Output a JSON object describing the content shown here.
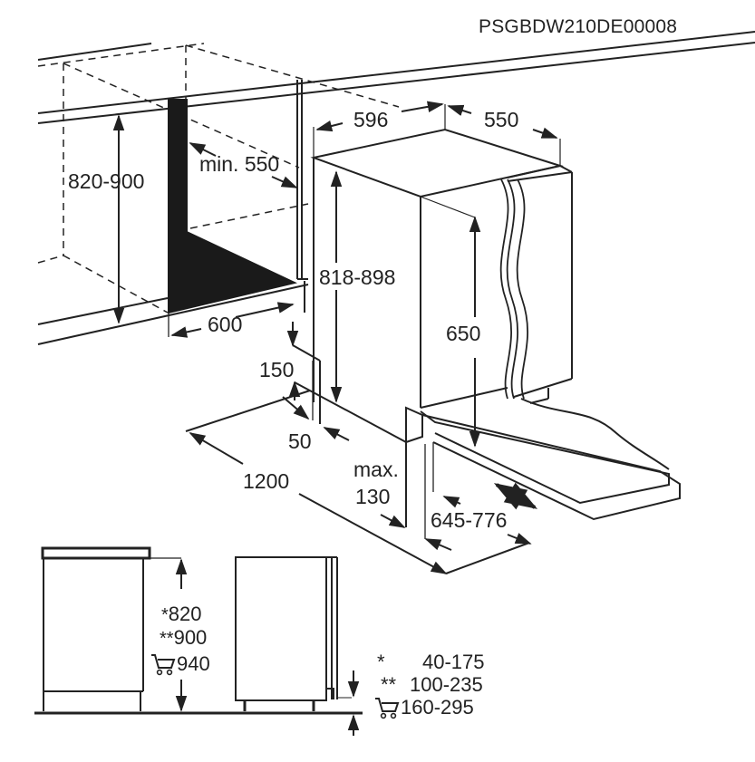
{
  "diagram": {
    "code": "PSGBDW210DE00008",
    "colors": {
      "line": "#222222",
      "fill_dark": "#1a1a1a",
      "background": "#ffffff"
    },
    "installation": {
      "niche_height": "820-900",
      "niche_depth_min": "min. 550",
      "niche_width": "600",
      "appliance_width": "596",
      "appliance_depth": "550",
      "appliance_height": "818-898",
      "door_height": "650",
      "plinth_height": "150",
      "plinth_offset": "50",
      "floor_clearance": "1200",
      "plinth_max_label": "max.",
      "plinth_max_value": "130",
      "door_opening": "645-776"
    },
    "side_views": {
      "left": {
        "heights": [
          {
            "marker": "*",
            "value": "820"
          },
          {
            "marker": "**",
            "value": "900"
          },
          {
            "marker": "cart-icon",
            "value": "940"
          }
        ]
      },
      "right": {
        "plinth_ranges": [
          {
            "marker": "*",
            "value": "40-175"
          },
          {
            "marker": "**",
            "value": "100-235"
          },
          {
            "marker": "cart-icon",
            "value": "160-295"
          }
        ]
      }
    }
  }
}
